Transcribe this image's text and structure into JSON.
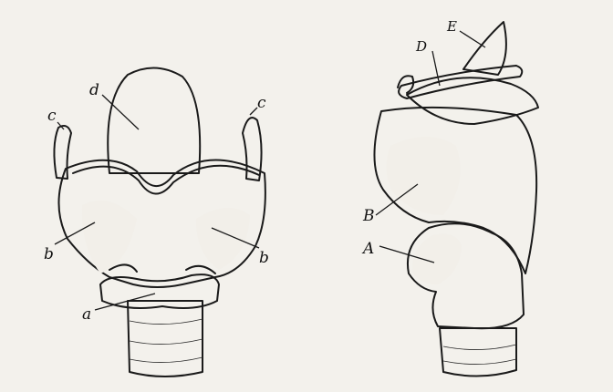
{
  "figure": {
    "labels": {
      "a": "a",
      "b_left": "b",
      "b_right": "b",
      "c_left": "c",
      "c_right": "c",
      "d": "d",
      "A": "A",
      "B": "B",
      "D": "D",
      "E": "E"
    },
    "colors": {
      "paper": "#f3f1ec",
      "ink": "#1a1a1a",
      "cartilage": "#e6e3dc",
      "shadow": "#bdb9b0"
    }
  }
}
